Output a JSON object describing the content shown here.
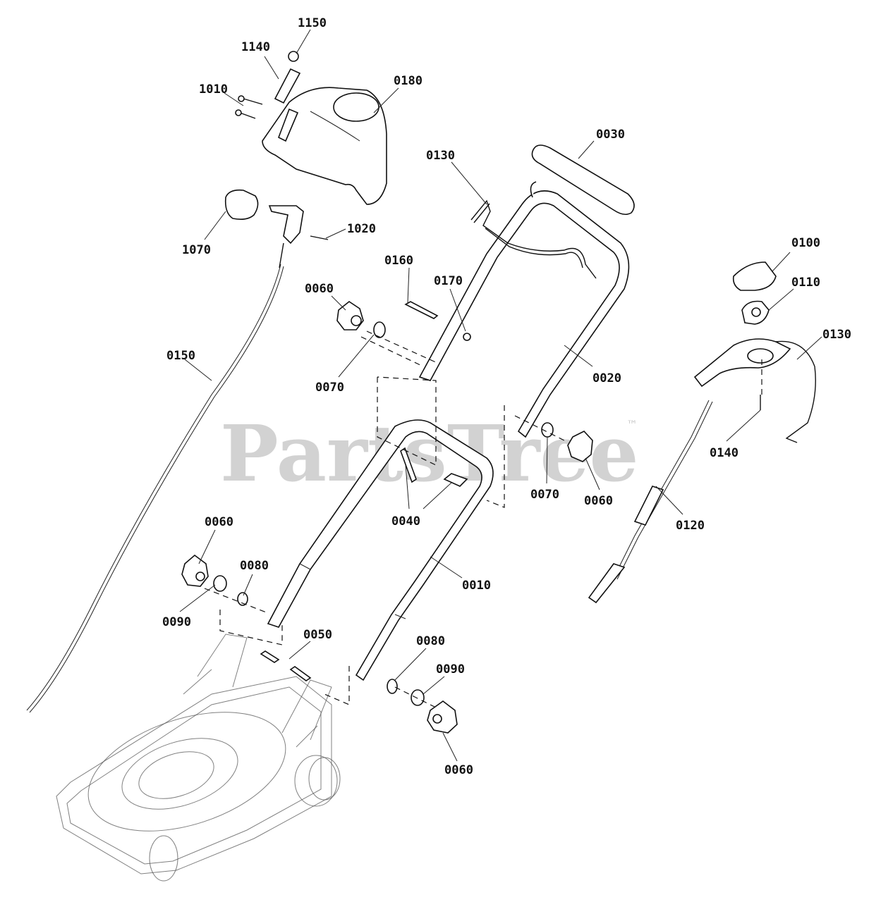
{
  "watermark": {
    "text": "PartsTree",
    "trademark": "™"
  },
  "labels": {
    "p1150": "1150",
    "p1140": "1140",
    "p1010": "1010",
    "p0180": "0180",
    "p0030": "0030",
    "p0130_top": "0130",
    "p1020": "1020",
    "p1070": "1070",
    "p0100": "0100",
    "p0160": "0160",
    "p0170": "0170",
    "p0060_a": "0060",
    "p0110": "0110",
    "p0130_right": "0130",
    "p0150": "0150",
    "p0020": "0020",
    "p0070_a": "0070",
    "p0140": "0140",
    "p0070_b": "0070",
    "p0060_b": "0060",
    "p0040": "0040",
    "p0120": "0120",
    "p0060_c": "0060",
    "p0080_a": "0080",
    "p0010": "0010",
    "p0090_a": "0090",
    "p0050": "0050",
    "p0080_b": "0080",
    "p0090_b": "0090",
    "p0060_d": "0060"
  }
}
